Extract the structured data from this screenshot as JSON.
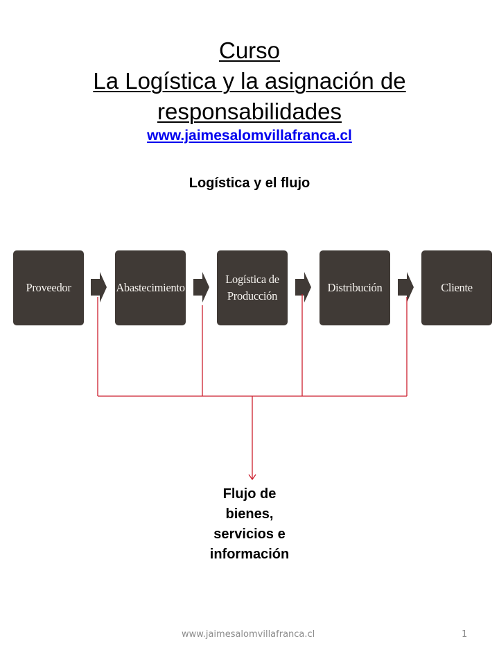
{
  "header": {
    "title_line1": "Curso",
    "title_line2": "La Logística y la asignación de",
    "title_line3": "responsabilidades",
    "website_link": "www.jaimesalomvillafranca.cl"
  },
  "diagram": {
    "subtitle": "Logística y el flujo",
    "steps": [
      {
        "label": "Proveedor"
      },
      {
        "label": "Abastecimiento"
      },
      {
        "label": "Logística de Producción",
        "line1": "Logística de",
        "line2": "Producción"
      },
      {
        "label": "Distribución"
      },
      {
        "label": "Cliente"
      }
    ],
    "box_color": "#403a36",
    "connector_color": "#cc1f2e",
    "flow_label": {
      "line1": "Flujo de",
      "line2": "bienes,",
      "line3": "servicios e",
      "line4": "información"
    }
  },
  "footer": {
    "website": "www.jaimesalomvillafranca.cl",
    "page_number": "1"
  }
}
